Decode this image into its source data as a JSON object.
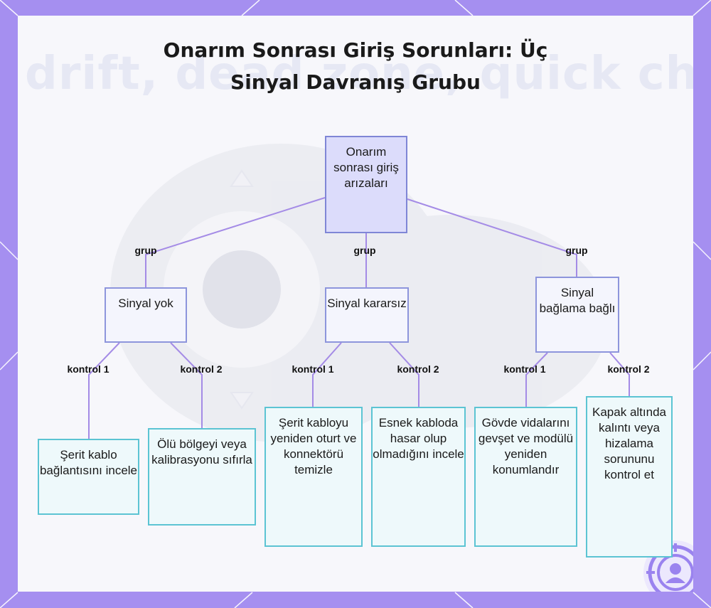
{
  "title": {
    "line1": "Onarım Sonrası Giriş Sorunları: Üç",
    "line2": "Sinyal Davranış Grubu"
  },
  "watermark": "drift, dead zone, quick check",
  "root": {
    "label": "Onarım sonrası giriş arızaları"
  },
  "groups": [
    {
      "label": "Sinyal yok",
      "edge_label": "grup"
    },
    {
      "label": "Sinyal kararsız",
      "edge_label": "grup"
    },
    {
      "label": "Sinyal bağlama bağlı",
      "edge_label": "grup"
    }
  ],
  "leaves": [
    {
      "label": "Şerit kablo bağlantısını incele",
      "edge_label": "kontrol 1"
    },
    {
      "label": "Ölü bölgeyi veya kalibrasyonu sıfırla",
      "edge_label": "kontrol 2"
    },
    {
      "label": "Şerit kabloyu yeniden oturt ve konnektörü temizle",
      "edge_label": "kontrol 1"
    },
    {
      "label": "Esnek kabloda hasar olup olmadığını incele",
      "edge_label": "kontrol 2"
    },
    {
      "label": "Gövde vidalarını gevşet ve modülü yeniden konumlandır",
      "edge_label": "kontrol 1"
    },
    {
      "label": "Kapak altında kalıntı veya hizalama sorununu kontrol et",
      "edge_label": "kontrol 2"
    }
  ],
  "icons": {
    "badge": "target-user-icon",
    "background": "joystick-icon"
  },
  "colors": {
    "frame": "#a58ff0",
    "edge": "#a48be6",
    "root_fill": "#dcdcfb",
    "group_fill": "#f4f5fd",
    "leaf_fill": "#eef9fb",
    "leaf_border": "#5cc4d3"
  }
}
